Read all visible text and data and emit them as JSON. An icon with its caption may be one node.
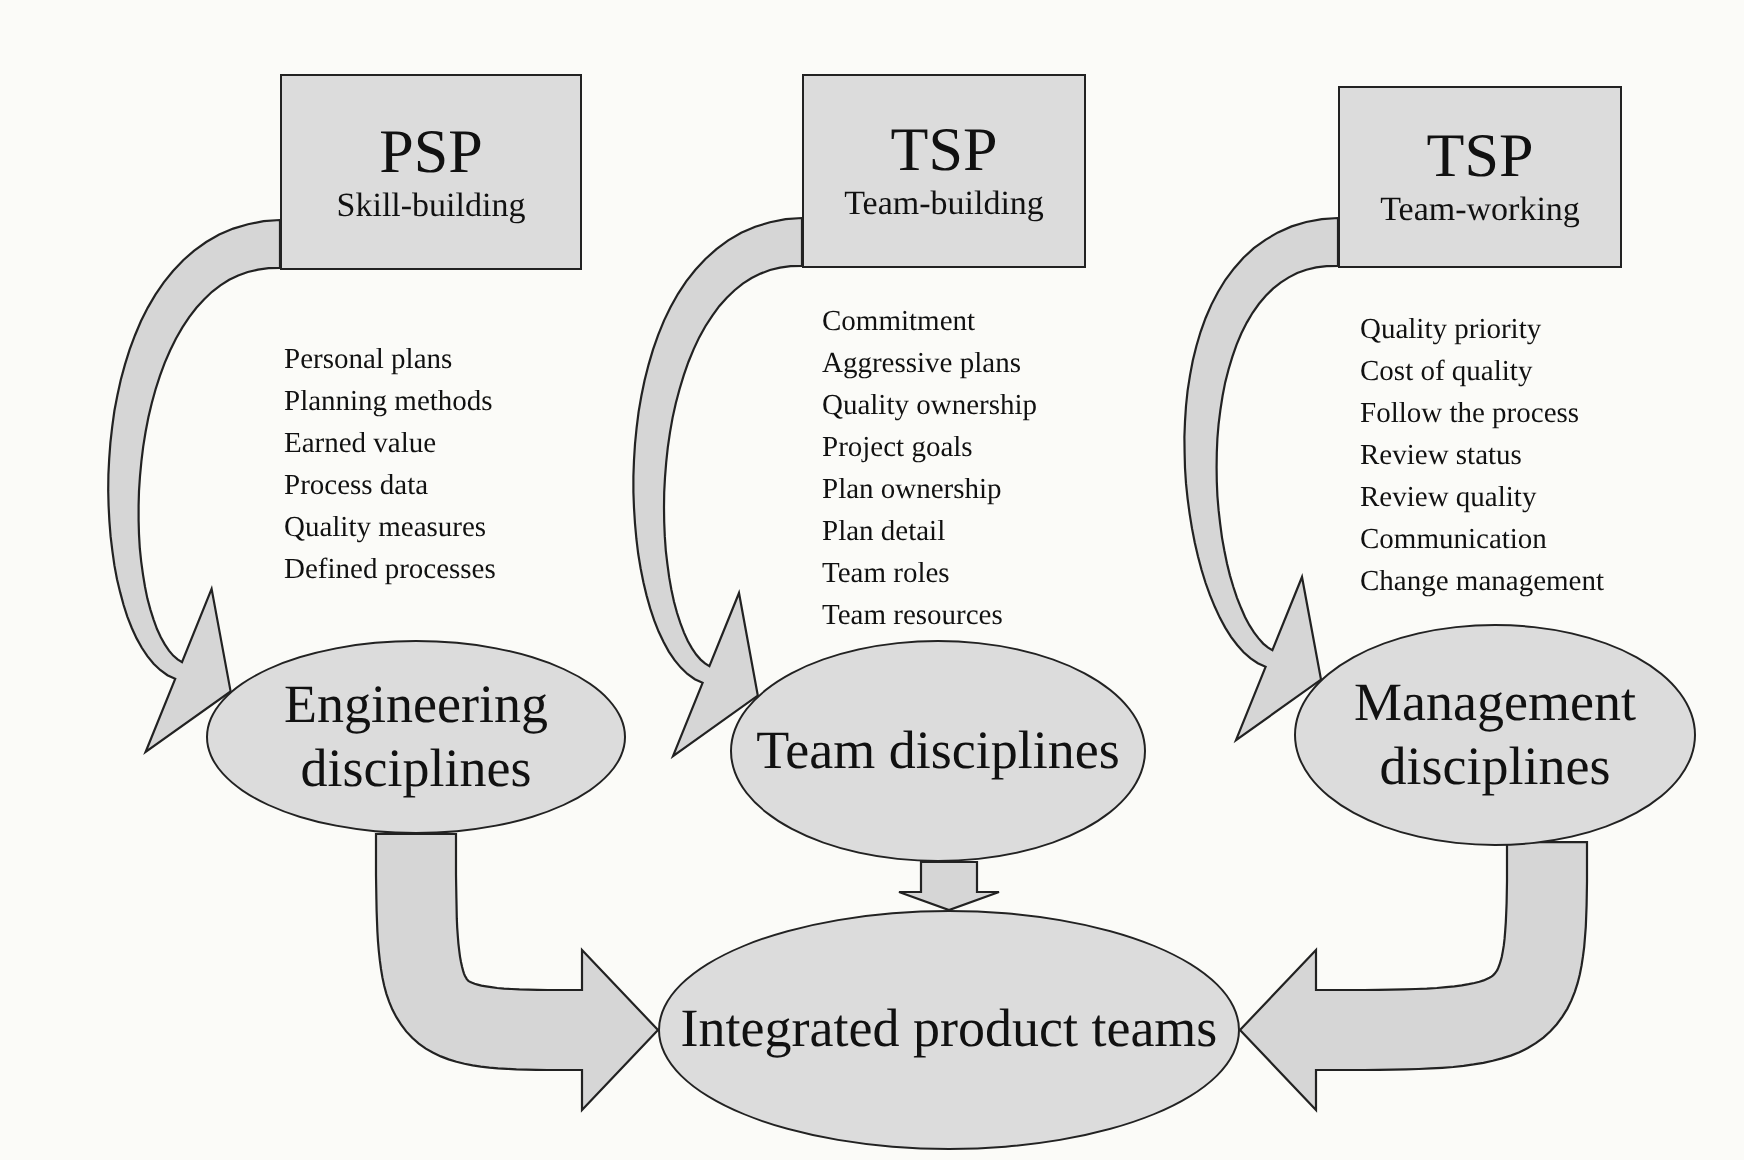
{
  "diagram": {
    "nodes": [
      {
        "text": [
          "PSP",
          "Skill-building"
        ]
      },
      {
        "text": [
          "TSP",
          "Team-building"
        ]
      },
      {
        "text": [
          "TSP",
          "Team-working"
        ]
      },
      {
        "text": [
          "Engineering disciplines"
        ]
      },
      {
        "text": [
          "Team disciplines"
        ]
      },
      {
        "text": [
          "Management disciplines"
        ]
      },
      {
        "text": [
          "Integrated product teams"
        ]
      }
    ],
    "edges": [
      {
        "from": 0,
        "to": 3,
        "arrow": "to"
      },
      {
        "from": 1,
        "to": 4,
        "arrow": "to"
      },
      {
        "from": 2,
        "to": 5,
        "arrow": "to"
      },
      {
        "from": 3,
        "to": 6,
        "arrow": "to"
      },
      {
        "from": 4,
        "to": 6,
        "arrow": "to"
      },
      {
        "from": 5,
        "to": 6,
        "arrow": "to"
      }
    ],
    "labels": [
      "Personal plans",
      "Planning methods",
      "Earned value",
      "Process data",
      "Quality measures",
      "Defined processes",
      "Commitment",
      "Aggressive plans",
      "Quality ownership",
      "Project goals",
      "Plan ownership",
      "Plan detail",
      "Team roles",
      "Team resources",
      "Quality priority",
      "Cost of quality",
      "Follow the process",
      "Review status",
      "Review quality",
      "Communication",
      "Change management"
    ]
  }
}
